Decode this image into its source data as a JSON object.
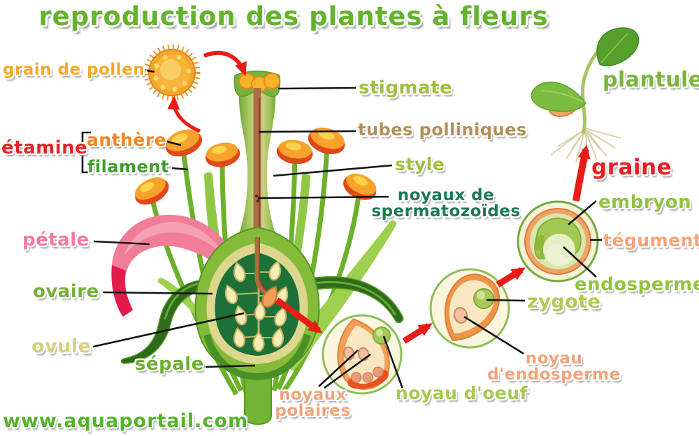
{
  "title": "reproduction des plantes à fleurs",
  "watermark": "www.aquaportail.com",
  "labels": {
    "grain_de_pollen": "grain de pollen",
    "etamine": "étamine",
    "anthere": "anthère",
    "filament": "filament",
    "petale": "pétale",
    "ovaire": "ovaire",
    "ovule": "ovule",
    "sepale": "sépale",
    "stigmate": "stigmate",
    "tubes_polliniques": "tubes polliniques",
    "style": "style",
    "noyaux_de_spermatozoides": "noyaux de spermatozoïdes",
    "plantule": "plantule",
    "graine": "graine",
    "embryon": "embryon",
    "tegument": "tégument",
    "endosperme": "endosperme",
    "zygote": "zygote",
    "noyau_d_endosperme": "noyau d'endosperme",
    "noyau_d_oeuf": "noyau d'oeuf",
    "noyaux_polaires": "noyaux polaires"
  },
  "colors": {
    "title_green": "#64b32d",
    "label_yellow_green": "#9ec13d",
    "label_green": "#6ab02e",
    "label_light_green": "#a5cb4f",
    "label_teal": "#1c7a55",
    "label_red": "#e62426",
    "label_orange": "#f5831e",
    "label_pollen_orange": "#f7a827",
    "label_pink": "#f4799c",
    "label_salmon": "#f2a379",
    "label_tan": "#b29058",
    "label_khaki": "#d6d17c",
    "arrow_red": "#e81c18",
    "pointer_black": "#141414",
    "watermark_green": "#55b42a"
  }
}
